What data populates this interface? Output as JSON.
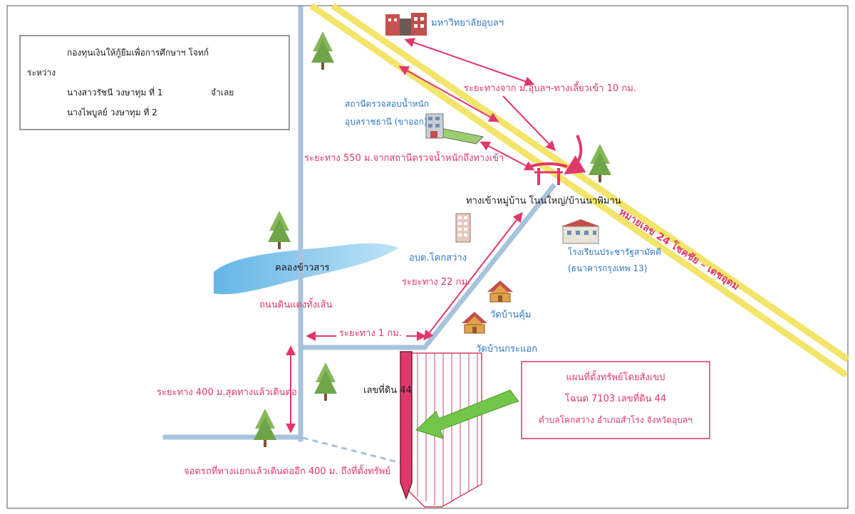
{
  "legend": {
    "line1": "กองทุนเงินให้กู้ยืมเพื่อการศึกษาฯ   โจทก์",
    "line2": "ระหว่าง",
    "line3": "นางสาวรัชนี วงษาทุม ที่ 1",
    "line3b": "จำเลย",
    "line4": "นางไพบูลย์ วงษาทุม ที่ 2"
  },
  "labels": {
    "university": "มหาวิทยาลัยอุบลฯ",
    "dist_university": "ระยะทางจาก ม.อุบลฯ-ทางเลี้ยวเข้า 10 กม.",
    "weigh_station_1": "สถานีตรวจสอบน้ำหนัก",
    "weigh_station_2": "อุบลราชธานี (ขาออก)",
    "dist_550": "ระยะทาง 550 ม.จากสถานีตรวจน้ำหนักถึงทางเข้า",
    "village_entrance": "ทางเข้าหมู่บ้าน โนนใหญ่/บ้านนาพิมาน",
    "highway": "หมายเลข 24   โชคชัย – เดชอุดม",
    "school_1": "โรงเรียนประชารัฐสามัคคี",
    "school_2": "(ธนาคารกรุงเทพ 13)",
    "tao": "อบต.โคกสว่าง",
    "dist_22": "ระยะทาง 22 กม.",
    "canal": "คลองข้าวสาร",
    "laterite_road": "ถนนดินแดงทั้งเส้น",
    "temple_1": "วัดบ้านคุ้ม",
    "temple_2": "วัดบ้านกระแอก",
    "dist_1km": "ระยะทาง 1 กม.",
    "dist_400": "ระยะทาง 400 ม.สุดทางแล้วเดินต่อ",
    "plot_label": "เลขที่ดิน 44",
    "park_note": "จอดรถที่ทางแยกแล้วเดินต่ออีก 400 ม. ถึงที่ตั้งทรัพย์"
  },
  "infobox": {
    "line1": "แผนที่ตั้งทรัพย์โดยสังเขป",
    "line2": "โฉนด 7103 เลขที่ดิน 44",
    "line3": "ตำบลโคกสว่าง อำเภอสำโรง จังหวัดอุบลฯ"
  },
  "colors": {
    "road": "#a7c3dc",
    "highway": "#f3e46a",
    "annotation": "#e0386a",
    "label": "#2f78c4",
    "arrow_green": "#72c64a"
  }
}
